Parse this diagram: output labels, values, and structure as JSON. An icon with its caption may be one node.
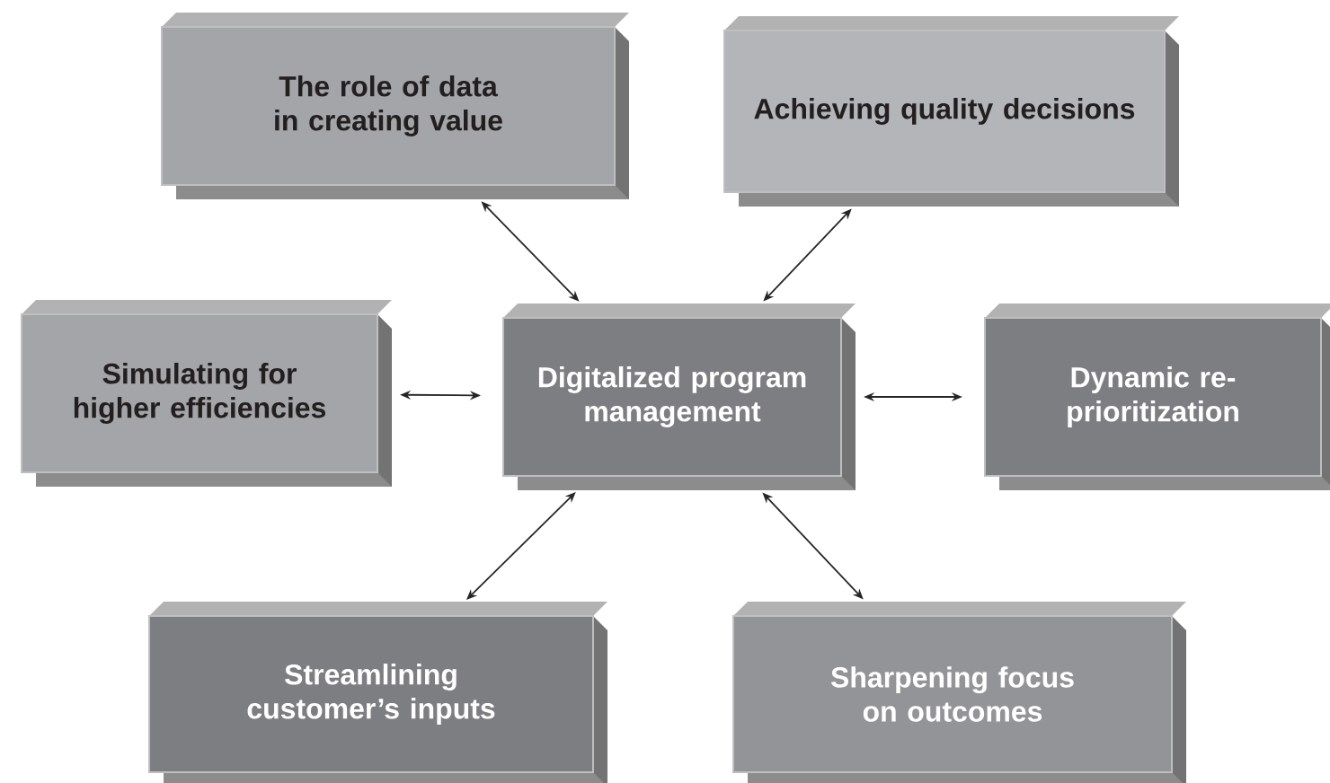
{
  "diagram": {
    "nodes": [
      {
        "text": [
          "The role of data in creating value"
        ]
      },
      {
        "text": [
          "Achieving quality decisions"
        ]
      },
      {
        "text": [
          "Simulating for higher efficiencies"
        ]
      },
      {
        "text": [
          "Digitalized program management"
        ]
      },
      {
        "text": [
          "Dynamic re-prioritization"
        ]
      },
      {
        "text": [
          "Streamlining customer’s inputs"
        ]
      },
      {
        "text": [
          "Sharpening focus on outcomes"
        ]
      }
    ],
    "edges": [
      {
        "from": 3,
        "to": 0,
        "arrow": "both"
      },
      {
        "from": 3,
        "to": 1,
        "arrow": "both"
      },
      {
        "from": 3,
        "to": 2,
        "arrow": "both"
      },
      {
        "from": 3,
        "to": 4,
        "arrow": "both"
      },
      {
        "from": 3,
        "to": 5,
        "arrow": "both"
      },
      {
        "from": 3,
        "to": 6,
        "arrow": "both"
      }
    ]
  }
}
